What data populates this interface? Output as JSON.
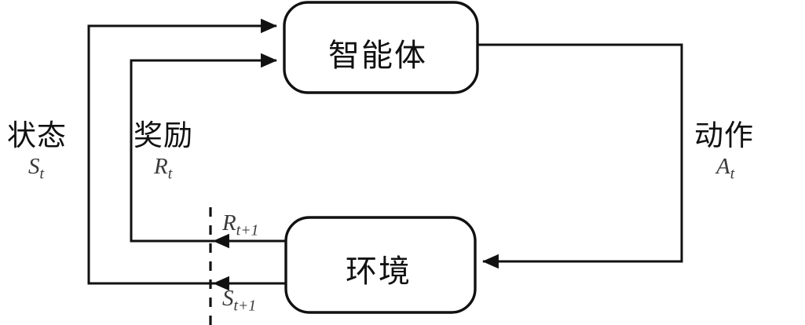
{
  "diagram": {
    "title": "reinforcement-learning-agent-environment-loop",
    "background_color": "#ffffff",
    "stroke_color": "#111111",
    "math_text_color": "#3a3a3a",
    "nodes": [
      {
        "id": "agent",
        "label": "智能体",
        "shape": "rounded-rect"
      },
      {
        "id": "environment",
        "label": "环境",
        "shape": "rounded-rect"
      }
    ],
    "side_labels": {
      "state": {
        "name": "状态",
        "symbol_base": "S",
        "symbol_sub": "t"
      },
      "reward": {
        "name": "奖励",
        "symbol_base": "R",
        "symbol_sub": "t"
      },
      "action": {
        "name": "动作",
        "symbol_base": "A",
        "symbol_sub": "t"
      }
    },
    "edge_labels": {
      "reward_next": {
        "symbol_base": "R",
        "symbol_sub": "t+1"
      },
      "state_next": {
        "symbol_base": "S",
        "symbol_sub": "t+1"
      }
    },
    "edges": [
      {
        "id": "state-to-agent",
        "from": "environment",
        "to": "agent",
        "carries": "S_t"
      },
      {
        "id": "reward-to-agent",
        "from": "environment",
        "to": "agent",
        "carries": "R_t"
      },
      {
        "id": "action-to-environment",
        "from": "agent",
        "to": "environment",
        "carries": "A_t"
      },
      {
        "id": "reward-next-out",
        "from": "environment",
        "to": "time-boundary",
        "carries": "R_t+1"
      },
      {
        "id": "state-next-out",
        "from": "environment",
        "to": "time-boundary",
        "carries": "S_t+1"
      }
    ],
    "time_boundary": {
      "style": "dashed-vertical-line"
    }
  }
}
